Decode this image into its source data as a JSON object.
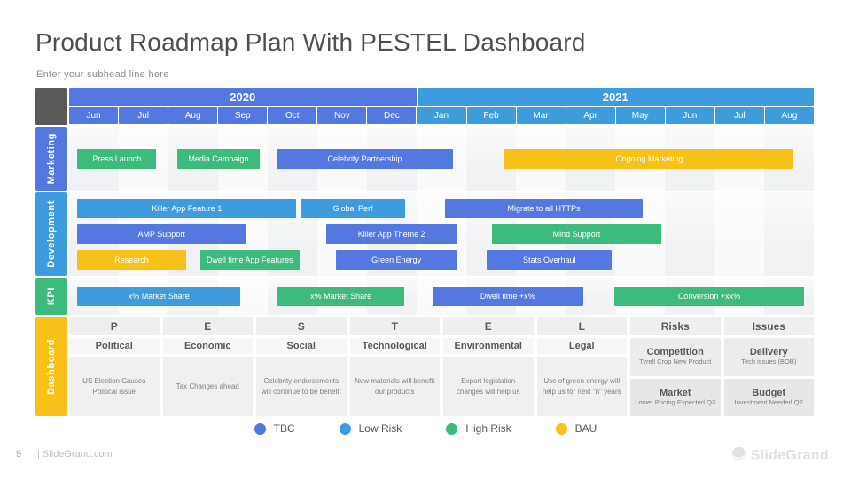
{
  "header": {
    "title": "Product Roadmap Plan With PESTEL Dashboard",
    "subhead": "Enter your subhead line here"
  },
  "palette": {
    "indigo": "#5577E0",
    "blue": "#3E9BDE",
    "green": "#3FBA7D",
    "yellow": "#F6C119",
    "dark": "#595959"
  },
  "timeline": {
    "years": [
      {
        "label": "2020",
        "color": "indigo",
        "months": [
          "Jun",
          "Jul",
          "Aug",
          "Sep",
          "Oct",
          "Nov",
          "Dec"
        ]
      },
      {
        "label": "2021",
        "color": "blue",
        "months": [
          "Jan",
          "Feb",
          "Mar",
          "Apr",
          "May",
          "Jun",
          "Jul",
          "Aug"
        ]
      }
    ]
  },
  "rows": [
    {
      "id": "marketing",
      "label": "Marketing",
      "color": "indigo",
      "height": 72,
      "line_tops": [
        25
      ],
      "lines": [
        [
          {
            "label": "Press Launch",
            "color": "green",
            "left": 1.1,
            "width": 10.6
          },
          {
            "label": "Media Campaign",
            "color": "green",
            "left": 14.5,
            "width": 11.1
          },
          {
            "label": "Celebrity Partnership",
            "color": "indigo",
            "left": 27.9,
            "width": 23.6
          },
          {
            "label": "Ongoing Marketing",
            "color": "yellow",
            "left": 58.5,
            "width": 38.8
          }
        ]
      ]
    },
    {
      "id": "development",
      "label": "Development",
      "color": "blue",
      "height": 94,
      "line_tops": [
        7,
        36,
        65
      ],
      "lines": [
        [
          {
            "label": "Killer App Feature 1",
            "color": "blue",
            "left": 1.1,
            "width": 29.4
          },
          {
            "label": "Global Perf",
            "color": "blue",
            "left": 31.1,
            "width": 14.0
          },
          {
            "label": "Migrate to all HTTPs",
            "color": "indigo",
            "left": 50.5,
            "width": 26.5
          }
        ],
        [
          {
            "label": "AMP Support",
            "color": "indigo",
            "left": 1.1,
            "width": 22.6
          },
          {
            "label": "Killer App Theme 2",
            "color": "indigo",
            "left": 34.5,
            "width": 17.6
          },
          {
            "label": "Mind Support",
            "color": "green",
            "left": 56.8,
            "width": 22.7
          }
        ],
        [
          {
            "label": "Research",
            "color": "yellow",
            "left": 1.1,
            "width": 14.6
          },
          {
            "label": "Dwell time App Features",
            "color": "green",
            "left": 17.6,
            "width": 13.3
          },
          {
            "label": "Green Energy",
            "color": "indigo",
            "left": 35.8,
            "width": 16.3
          },
          {
            "label": "Stats Overhaul",
            "color": "indigo",
            "left": 56.1,
            "width": 16.8
          }
        ]
      ]
    },
    {
      "id": "kpi",
      "label": "KPI",
      "color": "green",
      "height": 42,
      "line_tops": [
        10
      ],
      "lines": [
        [
          {
            "label": "x% Market Share",
            "color": "blue",
            "left": 1.1,
            "width": 21.9
          },
          {
            "label": "x% Market Share",
            "color": "green",
            "left": 28.0,
            "width": 17.0
          },
          {
            "label": "Dwell time +x%",
            "color": "indigo",
            "left": 48.8,
            "width": 20.2
          },
          {
            "label": "Conversion +xx%",
            "color": "green",
            "left": 73.2,
            "width": 25.5
          }
        ]
      ]
    }
  ],
  "dashboard": {
    "label": "Dashboard",
    "color": "yellow",
    "pestel": [
      {
        "letter": "P",
        "name": "Political",
        "text": "US Election Causes Political issue"
      },
      {
        "letter": "E",
        "name": "Economic",
        "text": "Tax Changes ahead"
      },
      {
        "letter": "S",
        "name": "Social",
        "text": "Celebrity endorsements will continue to be benefit"
      },
      {
        "letter": "T",
        "name": "Technological",
        "text": "New materials will benefit our products"
      },
      {
        "letter": "E",
        "name": "Environmental",
        "text": "Export legislation changes will help us"
      },
      {
        "letter": "L",
        "name": "Legal",
        "text": "Use of green energy will help us for next \"n\" years"
      }
    ],
    "stacked": [
      {
        "header": "Risks",
        "cells": [
          {
            "title": "Competition",
            "text": "Tyrell Crop New Product"
          },
          {
            "title": "Market",
            "text": "Lower Pricing Expected Q3"
          }
        ]
      },
      {
        "header": "Issues",
        "cells": [
          {
            "title": "Delivery",
            "text": "Tech issues (BOB)"
          },
          {
            "title": "Budget",
            "text": "Investment Needed Q2"
          }
        ]
      }
    ]
  },
  "legend": [
    {
      "label": "TBC",
      "color": "indigo"
    },
    {
      "label": "Low Risk",
      "color": "blue"
    },
    {
      "label": "High Risk",
      "color": "green"
    },
    {
      "label": "BAU",
      "color": "yellow"
    }
  ],
  "footer": {
    "page": "9",
    "site": "| SlideGrand.com",
    "brand": "SlideGrand"
  }
}
